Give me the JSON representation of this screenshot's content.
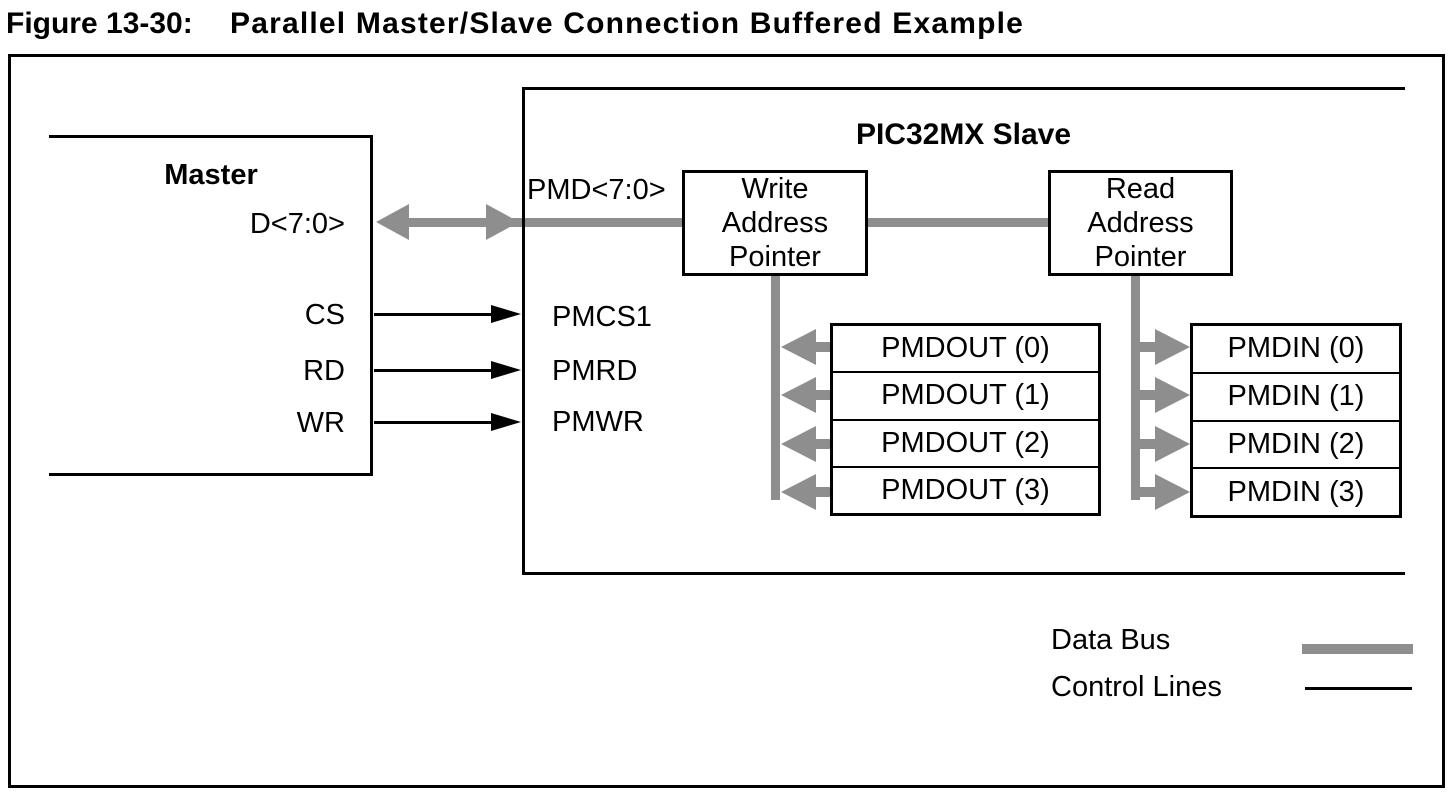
{
  "figure": {
    "label": "Figure 13-30:",
    "title": "Parallel Master/Slave Connection Buffered Example"
  },
  "master": {
    "title": "Master",
    "pins": {
      "data_bus": "D<7:0>",
      "chip_select": "CS",
      "read": "RD",
      "write": "WR"
    }
  },
  "slave": {
    "title": "PIC32MX Slave",
    "data_bus_label": "PMD<7:0>",
    "pins": {
      "chip_select": "PMCS1",
      "read": "PMRD",
      "write": "PMWR"
    },
    "write_address_pointer": "Write\nAddress\nPointer",
    "read_address_pointer": "Read\nAddress\nPointer",
    "pmdout_buffers": [
      "PMDOUT (0)",
      "PMDOUT (1)",
      "PMDOUT (2)",
      "PMDOUT (3)"
    ],
    "pmdin_buffers": [
      "PMDIN (0)",
      "PMDIN (1)",
      "PMDIN (2)",
      "PMDIN (3)"
    ]
  },
  "legend": {
    "data_bus": "Data Bus",
    "control_lines": "Control Lines"
  },
  "colors": {
    "data_bus_gray": "#8e8e8e",
    "control_line_black": "#000000"
  }
}
